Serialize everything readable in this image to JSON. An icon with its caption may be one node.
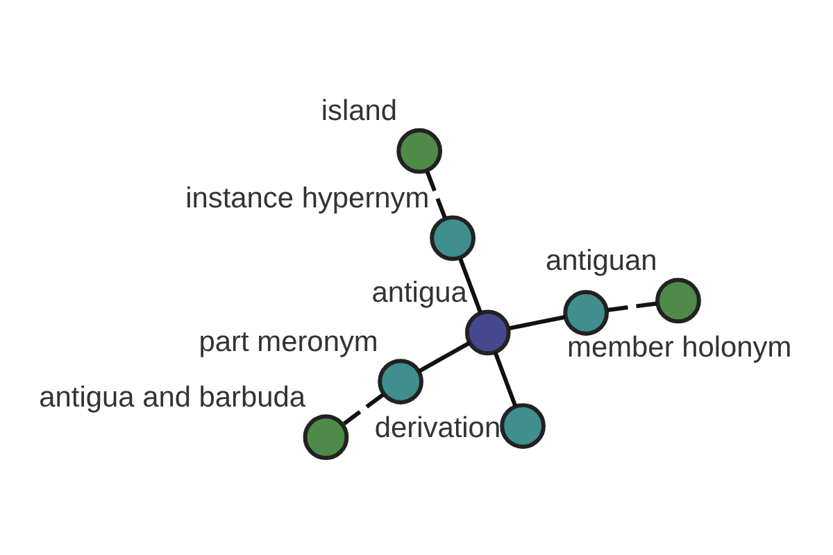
{
  "diagram": {
    "nodes": [
      {
        "text": [
          "antiguan"
        ]
      },
      {
        "text": [
          "derivation"
        ]
      },
      {
        "text": [
          "member holonym"
        ]
      },
      {
        "text": [
          "antigua"
        ]
      },
      {
        "text": [
          "part meronym"
        ]
      },
      {
        "text": [
          "antigua and barbuda"
        ]
      },
      {
        "text": [
          "instance hypernym"
        ]
      },
      {
        "text": [
          "island"
        ]
      }
    ],
    "edges": [
      {
        "from": 3,
        "to": 2,
        "arrow": "none"
      },
      {
        "from": 3,
        "to": 1,
        "arrow": "none"
      },
      {
        "from": 3,
        "to": 4,
        "arrow": "none"
      },
      {
        "from": 3,
        "to": 6,
        "arrow": "none"
      },
      {
        "from": 2,
        "to": 0,
        "arrow": "none",
        "style": "dashed"
      },
      {
        "from": 4,
        "to": 5,
        "arrow": "none",
        "style": "dashed"
      },
      {
        "from": 6,
        "to": 7,
        "arrow": "none",
        "style": "dashed"
      }
    ]
  }
}
